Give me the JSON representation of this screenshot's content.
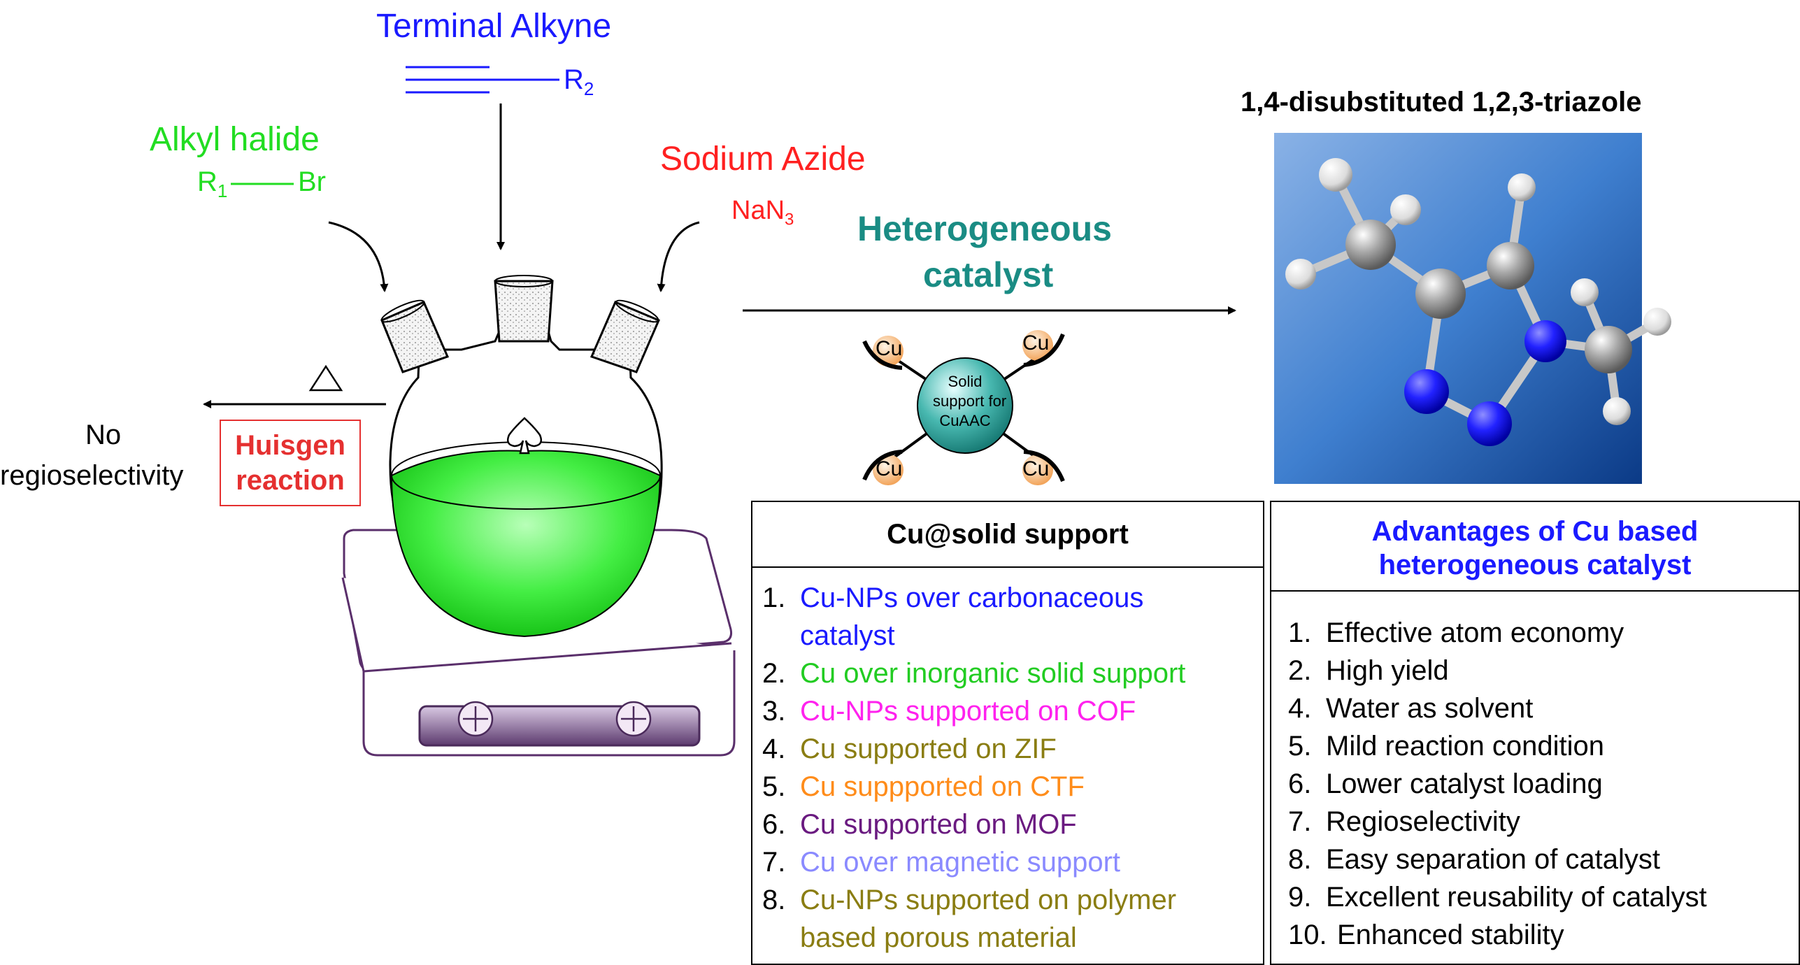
{
  "reagents": {
    "alkyne_label": "Terminal  Alkyne",
    "alkyne_R": "R",
    "alkyne_R_sub": "2",
    "halide_label": "Alkyl halide",
    "halide_R": "R",
    "halide_R_sub": "1",
    "halide_Br": "Br",
    "azide_label": "Sodium Azide",
    "azide_formula": "NaN",
    "azide_sub": "3"
  },
  "huisgen": {
    "label_line1": "Huisgen",
    "label_line2": "reaction",
    "outcome_line1": "No",
    "outcome_line2": "regioselectivity"
  },
  "catalyst": {
    "line1": "Heterogeneous",
    "line2": "catalyst",
    "support_line1": "Solid",
    "support_line2": "support for",
    "support_line3": "CuAAC",
    "cu": [
      "Cu",
      "Cu",
      "Cu",
      "Cu"
    ]
  },
  "product": {
    "title": "1,4-disubstituted 1,2,3-triazole"
  },
  "cu_support_table": {
    "title": "Cu@solid support",
    "items": [
      {
        "num": "1.",
        "lines": [
          "Cu-NPs over carbonaceous",
          "catalyst"
        ],
        "color": "#1a1aff"
      },
      {
        "num": "2.",
        "lines": [
          "Cu over inorganic solid support"
        ],
        "color": "#22cc22"
      },
      {
        "num": "3.",
        "lines": [
          "Cu-NPs supported on COF"
        ],
        "color": "#ff22ee"
      },
      {
        "num": "4.",
        "lines": [
          "Cu supported on ZIF"
        ],
        "color": "#8a7d12"
      },
      {
        "num": "5.",
        "lines": [
          "Cu suppported on CTF"
        ],
        "color": "#ff8c1a"
      },
      {
        "num": "6.",
        "lines": [
          "Cu supported on MOF"
        ],
        "color": "#6a1a80"
      },
      {
        "num": "7.",
        "lines": [
          "Cu over magnetic support"
        ],
        "color": "#8a8aff"
      },
      {
        "num": "8.",
        "lines": [
          "Cu-NPs supported on polymer",
          "based porous material"
        ],
        "color": "#8a7d12"
      }
    ]
  },
  "advantages_table": {
    "title_line1": "Advantages of Cu based",
    "title_line2": "heterogeneous catalyst",
    "title_color": "#1a1aff",
    "items": [
      {
        "num": "1.",
        "text": "Effective atom economy"
      },
      {
        "num": "2.",
        "text": "High yield"
      },
      {
        "num": "4.",
        "text": "Water as solvent"
      },
      {
        "num": "5.",
        "text": "Mild reaction condition"
      },
      {
        "num": "6.",
        "text": "Lower catalyst loading"
      },
      {
        "num": "7.",
        "text": "Regioselectivity"
      },
      {
        "num": "8.",
        "text": "Easy separation of catalyst"
      },
      {
        "num": "9.",
        "text": "Excellent reusability of catalyst"
      },
      {
        "num": "10.",
        "text": "Enhanced stability"
      }
    ]
  }
}
